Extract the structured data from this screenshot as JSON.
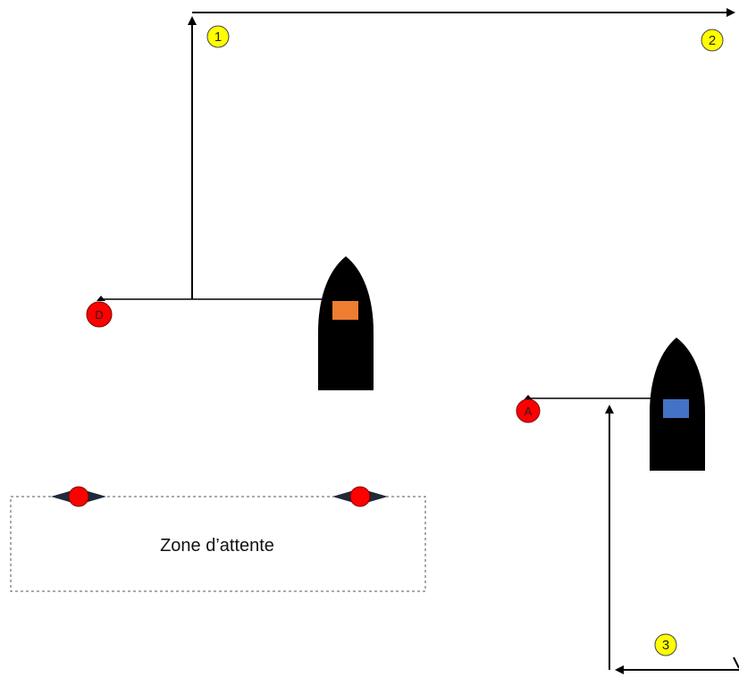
{
  "course": {
    "marks": [
      {
        "label": "1",
        "color": "#ffff00"
      },
      {
        "label": "2",
        "color": "#ffff00"
      },
      {
        "label": "3",
        "color": "#ffff00"
      }
    ],
    "start_buoy": {
      "label": "D",
      "color": "#ff0000"
    },
    "finish_buoy": {
      "label": "A",
      "color": "#ff0000"
    },
    "boats": [
      {
        "cabin_color": "#ed7d31"
      },
      {
        "cabin_color": "#4472c4"
      }
    ],
    "waiting_zone": {
      "label": "Zone d’attente",
      "buoy_color": "#ff0000"
    }
  }
}
